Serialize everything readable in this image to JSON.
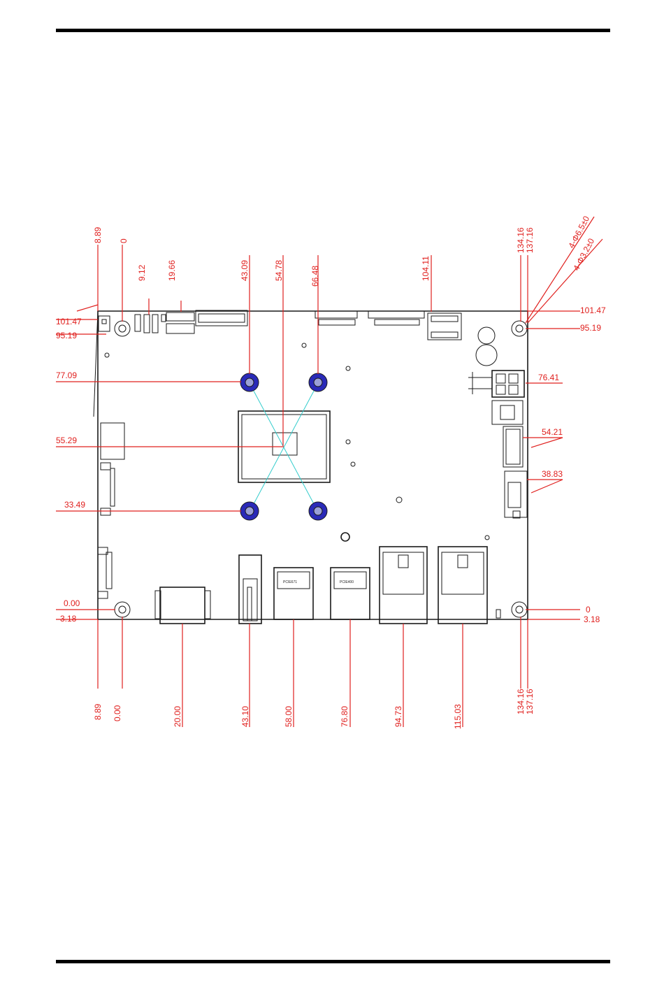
{
  "colors": {
    "dimension": "#e0201e",
    "outline": "#1a1a1a",
    "cross": "#33cccc",
    "standoff": "#2a2ab8"
  },
  "dims": {
    "top_8_89": "8.89",
    "top_0": "0",
    "top_9_12": "9.12",
    "top_19_66": "19.66",
    "top_43_09": "43.09",
    "top_54_78": "54.78",
    "top_66_48": "66.48",
    "top_104_11": "104.11",
    "top_134_16": "134.16",
    "top_137_16": "137.16",
    "hole_large": "4-Φ6.5±0",
    "hole_small": "4-Φ3.2±0",
    "left_101_47": "101.47",
    "left_95_19": "95.19",
    "left_77_09": "77.09",
    "left_55_29": "55.29",
    "left_33_49": "33.49",
    "left_0_00": "0.00",
    "left_3_18": "3.18",
    "right_101_47": "101.47",
    "right_95_19": "95.19",
    "right_76_41": "76.41",
    "right_54_21": "54.21",
    "right_38_83": "38.83",
    "right_0": "0",
    "right_3_18": "3.18",
    "bot_8_89": "8.89",
    "bot_0_00": "0.00",
    "bot_20_00": "20.00",
    "bot_43_10": "43.10",
    "bot_58_00": "58.00",
    "bot_76_80": "76.80",
    "bot_94_73": "94.73",
    "bot_115_03": "115.03",
    "bot_134_16": "134.16",
    "bot_137_16": "137.16"
  },
  "chips": {
    "hdmi_a": "PCIE671",
    "hdmi_b": "PCIE400"
  }
}
